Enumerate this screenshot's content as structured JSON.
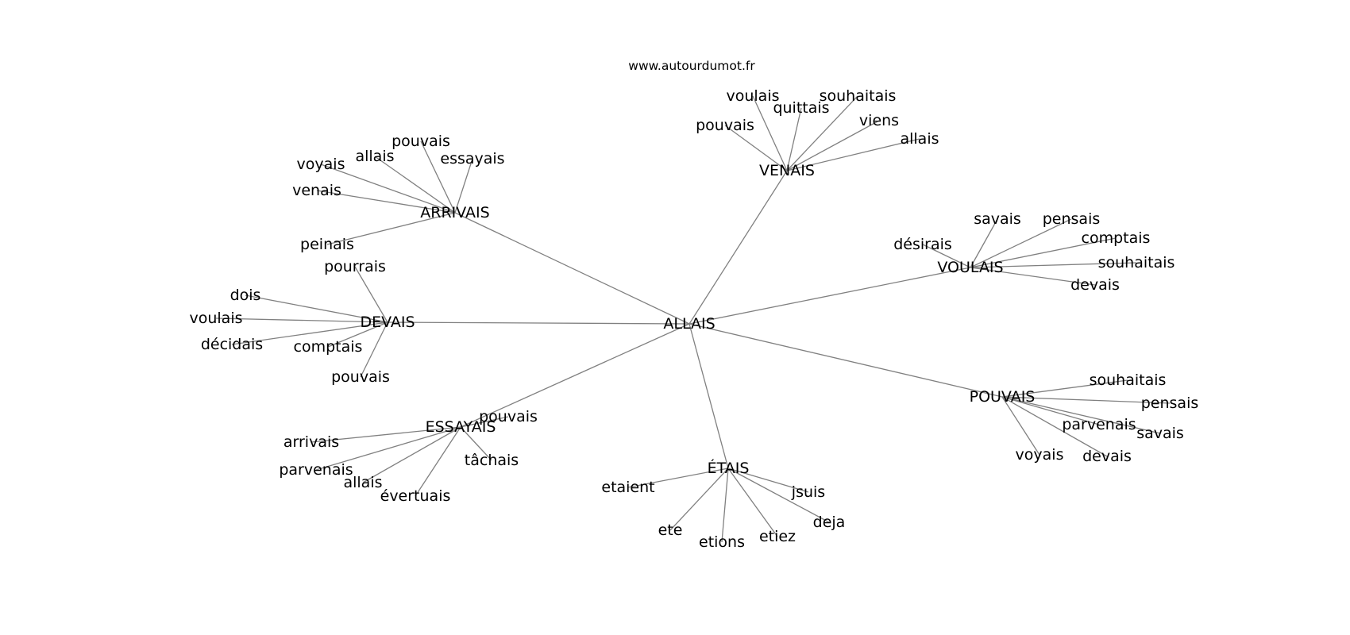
{
  "watermark": "www.autourdumot.fr",
  "colors": {
    "edge": "#808080",
    "text": "#000000",
    "background": "#ffffff"
  },
  "graph": {
    "center": "ALLAIS",
    "clusters": [
      {
        "hub": "VENAIS",
        "leaves": [
          "voulais",
          "quittais",
          "souhaitais",
          "pouvais",
          "viens",
          "allais"
        ]
      },
      {
        "hub": "ARRIVAIS",
        "leaves": [
          "pouvais",
          "allais",
          "essayais",
          "voyais",
          "venais",
          "peinais"
        ]
      },
      {
        "hub": "VOULAIS",
        "leaves": [
          "savais",
          "pensais",
          "comptais",
          "désirais",
          "souhaitais",
          "devais"
        ]
      },
      {
        "hub": "DEVAIS",
        "leaves": [
          "pourrais",
          "dois",
          "voulais",
          "décidais",
          "comptais",
          "pouvais"
        ]
      },
      {
        "hub": "POUVAIS",
        "leaves": [
          "souhaitais",
          "pensais",
          "parvenais",
          "savais",
          "voyais",
          "devais"
        ]
      },
      {
        "hub": "ESSAYAIS",
        "leaves": [
          "pouvais",
          "arrivais",
          "tâchais",
          "parvenais",
          "allais",
          "évertuais"
        ]
      },
      {
        "hub": "ÉTAIS",
        "leaves": [
          "etaient",
          "jsuis",
          "deja",
          "ete",
          "etiez",
          "etions"
        ]
      }
    ]
  }
}
